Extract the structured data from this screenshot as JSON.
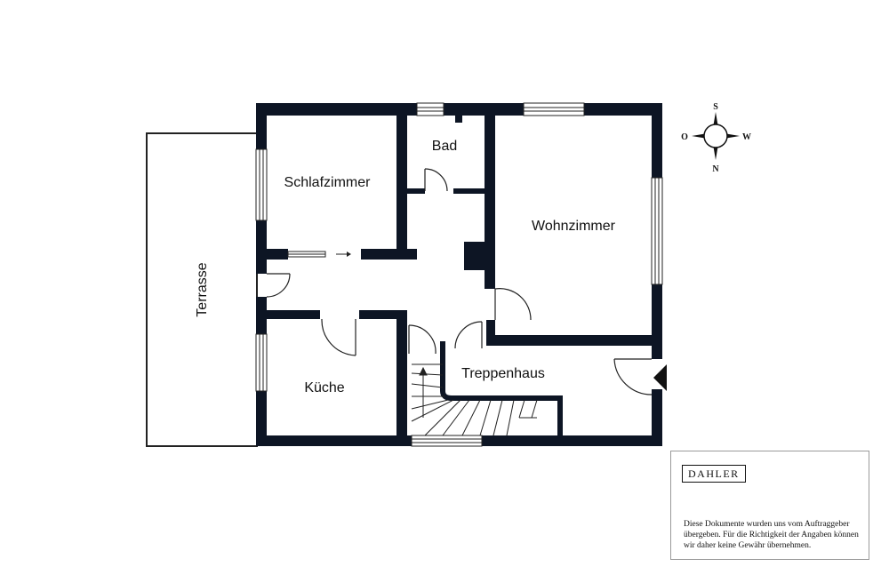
{
  "rooms": {
    "terrace": "Terrasse",
    "bedroom": "Schlafzimmer",
    "bathroom": "Bad",
    "living_room": "Wohnzimmer",
    "kitchen": "Küche",
    "stairwell": "Treppenhaus"
  },
  "compass": {
    "top": "S",
    "left": "O",
    "right": "W",
    "bottom": "N"
  },
  "info": {
    "brand": "DAHLER",
    "disclaimer": "Diese Dokumente wurden uns vom Auftraggeber übergeben. Für die Richtigkeit der Angaben können wir daher keine Gewähr übernehmen."
  },
  "colors": {
    "wall": "#0d1524",
    "line": "#222222"
  }
}
